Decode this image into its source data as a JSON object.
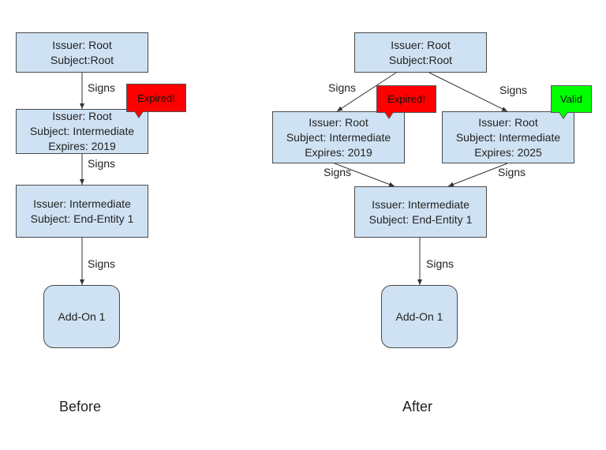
{
  "before": {
    "root": {
      "line1": "Issuer: Root",
      "line2": "Subject:Root"
    },
    "intermediate": {
      "line1": "Issuer: Root",
      "line2": "Subject: Intermediate",
      "line3": "Expires: 2019"
    },
    "endentity": {
      "line1": "Issuer: Intermediate",
      "line2": "Subject: End-Entity 1"
    },
    "addon": {
      "label": "Add-On 1"
    },
    "expired_callout": "Expired!",
    "signs": [
      "Signs",
      "Signs",
      "Signs"
    ],
    "caption": "Before"
  },
  "after": {
    "root": {
      "line1": "Issuer: Root",
      "line2": "Subject:Root"
    },
    "intermediate_old": {
      "line1": "Issuer: Root",
      "line2": "Subject: Intermediate",
      "line3": "Expires: 2019"
    },
    "intermediate_new": {
      "line1": "Issuer: Root",
      "line2": "Subject: Intermediate",
      "line3": "Expires: 2025"
    },
    "endentity": {
      "line1": "Issuer: Intermediate",
      "line2": "Subject: End-Entity 1"
    },
    "addon": {
      "label": "Add-On 1"
    },
    "expired_callout": "Expired!",
    "valid_callout": "Valid",
    "signs": [
      "Signs",
      "Signs",
      "Signs",
      "Signs",
      "Signs"
    ],
    "caption": "After"
  },
  "colors": {
    "box_fill": "#cfe2f3",
    "expired": "#ff0000",
    "valid": "#00ff00"
  }
}
